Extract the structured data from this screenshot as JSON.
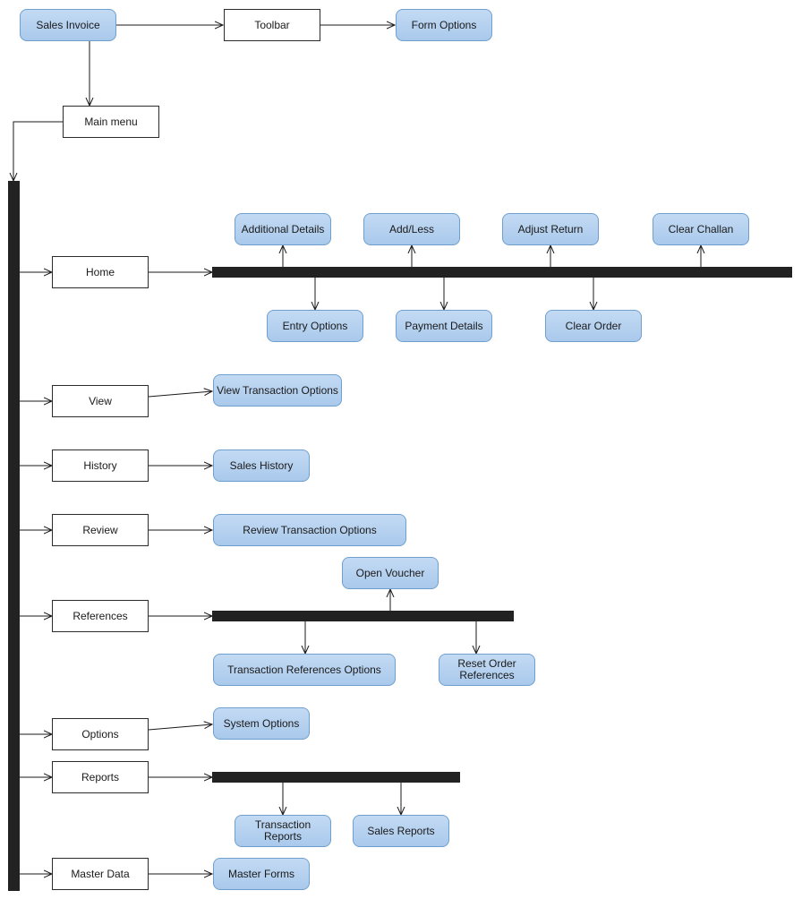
{
  "nodes": {
    "sales_invoice": "Sales Invoice",
    "toolbar": "Toolbar",
    "form_options": "Form Options",
    "main_menu": "Main menu",
    "home": "Home",
    "additional_details": "Additional Details",
    "add_less": "Add/Less",
    "adjust_return": "Adjust Return",
    "clear_challan": "Clear Challan",
    "entry_options": "Entry Options",
    "payment_details": "Payment Details",
    "clear_order": "Clear Order",
    "view": "View",
    "view_transaction_options": "View Transaction Options",
    "history": "History",
    "sales_history": "Sales History",
    "review": "Review",
    "review_transaction_options": "Review Transaction Options",
    "references": "References",
    "open_voucher": "Open Voucher",
    "transaction_references_options": "Transaction References Options",
    "reset_order_references_line1": "Reset Order",
    "reset_order_references_line2": "References",
    "options": "Options",
    "system_options": "System Options",
    "reports": "Reports",
    "transaction_reports": "Transaction Reports",
    "sales_reports": "Sales Reports",
    "master_data": "Master Data",
    "master_forms": "Master Forms"
  },
  "colors": {
    "rounded_fill": "#b7d2ef",
    "rounded_border": "#6f9fcf",
    "bar": "#222222",
    "line": "#1a1a1a"
  }
}
